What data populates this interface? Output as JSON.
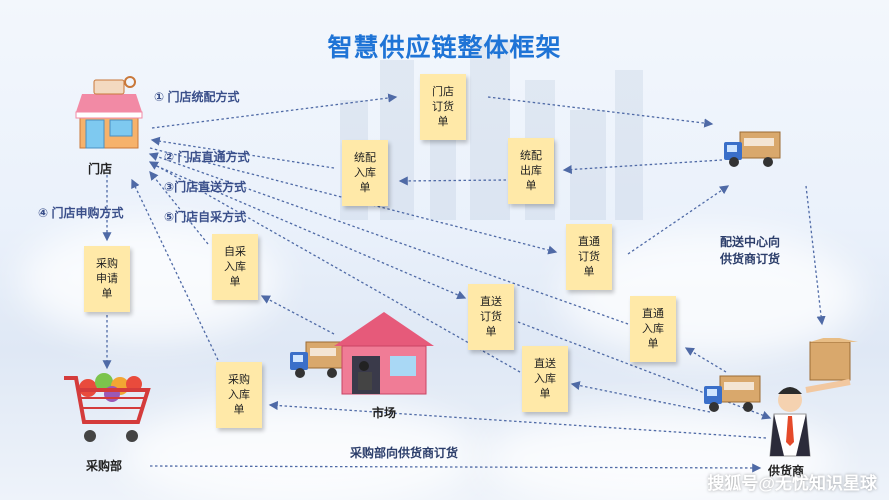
{
  "title": "智慧供应链整体框架",
  "nodes": {
    "store": "门店",
    "purchasing": "采购部",
    "market": "市场",
    "supplier": "供货商"
  },
  "flow_labels": {
    "unified": "① 门店统配方式",
    "direct_supply": "② 门店直通方式",
    "direct_delivery": "③门店直送方式",
    "self_purchase": "⑤门店自采方式",
    "purchase_request": "④ 门店申购方式",
    "dc_order": "配送中心向\n供货商订货",
    "purchasing_order": "采购部向供货商订货"
  },
  "notes": {
    "store_order": "门店\n订货\n单",
    "unified_in": "统配\n入库\n单",
    "unified_out": "统配\n出库\n单",
    "direct_order": "直通\n订货\n单",
    "self_in": "自采\n入库\n单",
    "delivery_order": "直送\n订货\n单",
    "direct_in": "直通\n入库\n单",
    "delivery_in": "直送\n入库\n单",
    "purchase_request": "采购\n申请\n单",
    "purchase_in": "采购\n入库\n单"
  },
  "icons": [
    "store-icon",
    "delivery-truck-icon",
    "shopping-cart-icon",
    "market-building-icon",
    "businessman-icon",
    "package-box-icon"
  ],
  "watermark": "搜狐号@无忧知识星球",
  "colors": {
    "title": "#1f74d6",
    "note": "#ffe9a8",
    "arrow": "#4f6aa6"
  }
}
